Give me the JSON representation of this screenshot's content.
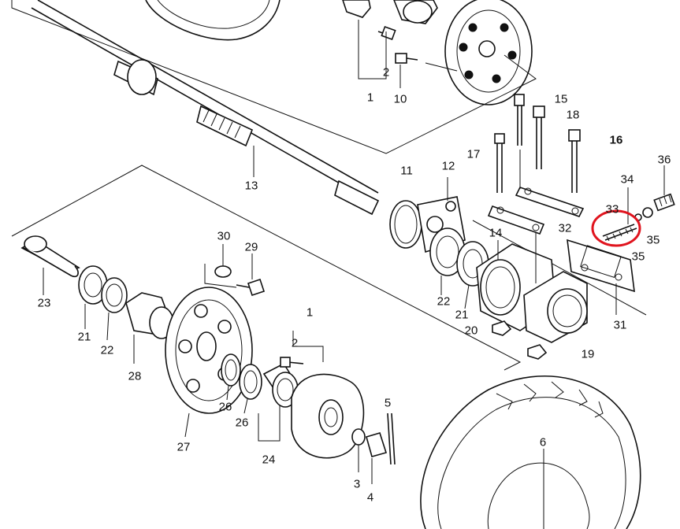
{
  "diagram": {
    "highlight_color": "#e0141e",
    "line_color": "#111111",
    "labels": {
      "p1_top": "1",
      "p2_top": "2",
      "p10": "10",
      "p13": "13",
      "p11": "11",
      "p12": "12",
      "p15": "15",
      "p18": "18",
      "p16": "16",
      "p17": "17",
      "p34": "34",
      "p36": "36",
      "p33": "33",
      "p32": "32",
      "p35a": "35",
      "p35b": "35",
      "p14": "14",
      "p31": "31",
      "p22r": "22",
      "p21r": "21",
      "p20": "20",
      "p19": "19",
      "p23": "23",
      "p21l": "21",
      "p22l": "22",
      "p28": "28",
      "p30": "30",
      "p29": "29",
      "p27": "27",
      "p26a": "26",
      "p26b": "26",
      "p24": "24",
      "p1_mid": "1",
      "p2_mid": "2",
      "p3": "3",
      "p4": "4",
      "p5": "5",
      "p6": "6"
    }
  }
}
